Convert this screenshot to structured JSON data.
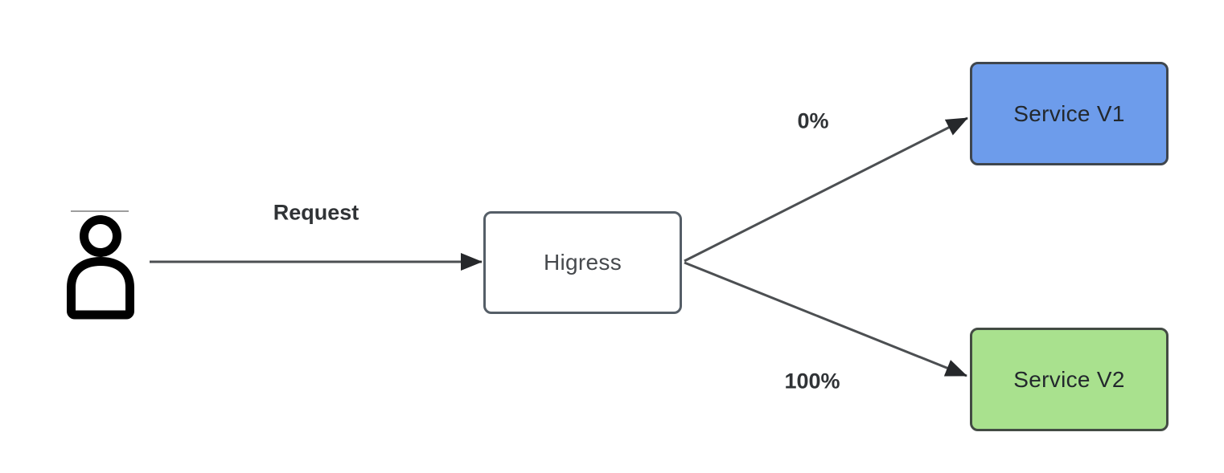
{
  "diagram": {
    "title": "traffic-split-diagram",
    "background_color": "#ffffff",
    "nodes": {
      "user": {
        "icon": "person-icon",
        "label": ""
      },
      "gateway": {
        "label": "Higress",
        "fill": "#ffffff",
        "border": "#555e67",
        "text_color": "#46494d"
      },
      "service_v1": {
        "label": "Service V1",
        "fill": "#6d9ceb",
        "border": "#3f464d",
        "text_color": "#23282d"
      },
      "service_v2": {
        "label": "Service V2",
        "fill": "#a9e18e",
        "border": "#434b44",
        "text_color": "#23282d"
      }
    },
    "edges": [
      {
        "from": "user",
        "to": "gateway",
        "label": "Request"
      },
      {
        "from": "gateway",
        "to": "service_v1",
        "label": "0%"
      },
      {
        "from": "gateway",
        "to": "service_v2",
        "label": "100%"
      }
    ],
    "line_color": "#4c4f52",
    "arrowhead_color": "#26282b"
  }
}
